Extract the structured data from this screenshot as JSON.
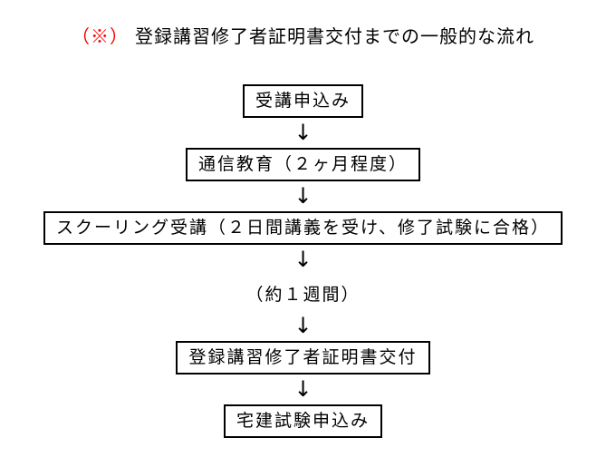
{
  "title": {
    "marker": "（※）",
    "text": "登録講習修了者証明書交付までの一般的な流れ"
  },
  "flow": {
    "arrow": "↓",
    "steps": [
      {
        "type": "box",
        "label": "受講申込み"
      },
      {
        "type": "box",
        "label": "通信教育（２ヶ月程度）"
      },
      {
        "type": "box",
        "label": "スクーリング受講（２日間講義を受け、修了試験に合格）"
      },
      {
        "type": "note",
        "label": "（約１週間）"
      },
      {
        "type": "box",
        "label": "登録講習修了者証明書交付"
      },
      {
        "type": "box",
        "label": "宅建試験申込み"
      }
    ]
  },
  "colors": {
    "marker_red": "#ff0000",
    "box_border": "#000000",
    "text": "#000000",
    "background": "#ffffff"
  }
}
